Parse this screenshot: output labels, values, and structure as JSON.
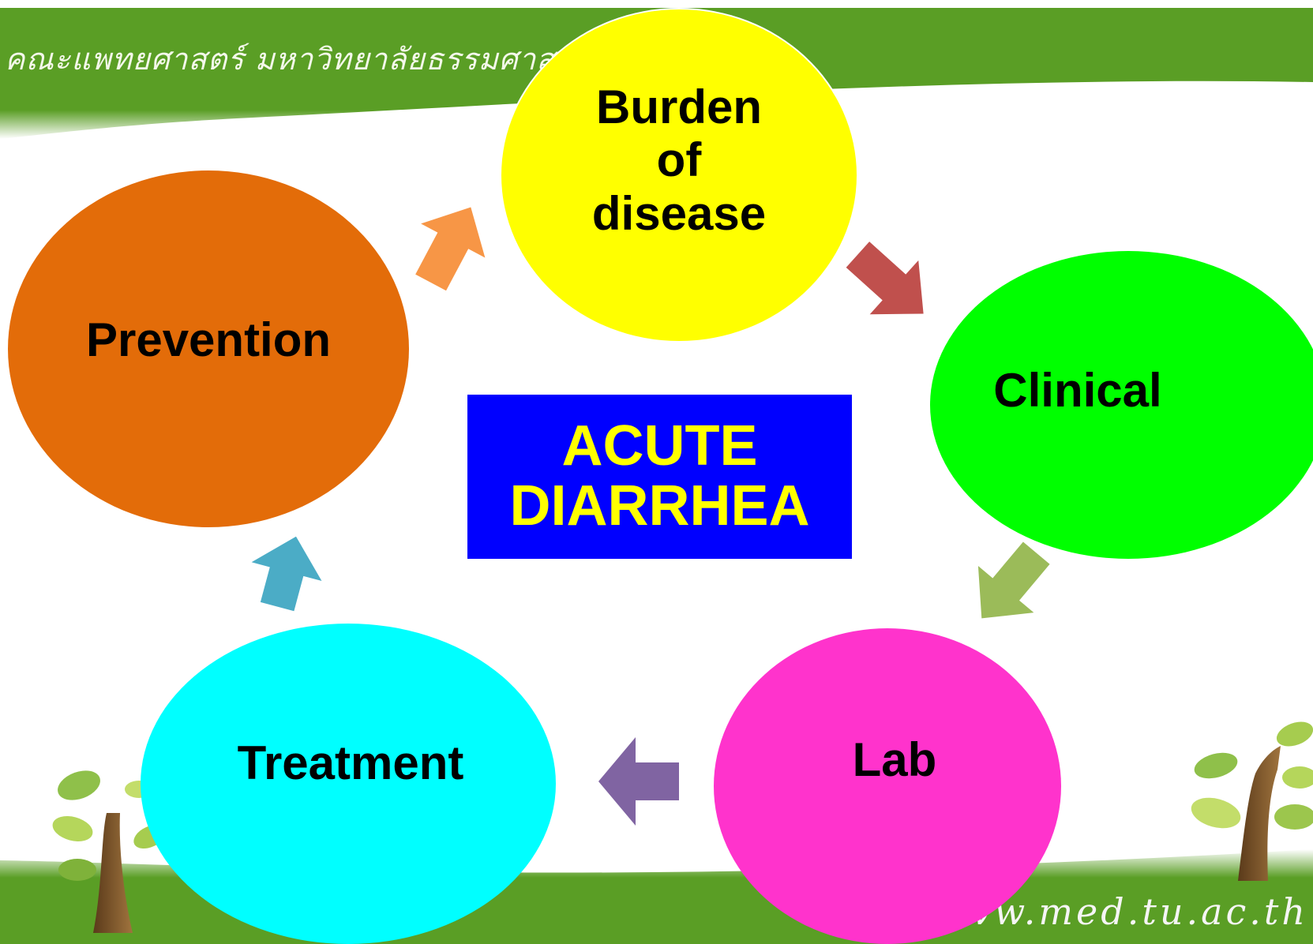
{
  "header": {
    "text": "คณะแพทยศาสตร์ มหาวิทยาลัยธรรมศาสตร์"
  },
  "footer": {
    "url": "www.med.tu.ac.th"
  },
  "center": {
    "line1": "ACUTE",
    "line2": "DIARRHEA"
  },
  "nodes": {
    "burden": {
      "line1": "Burden",
      "line2": "of",
      "line3": "disease",
      "color": "#ffff00"
    },
    "clinical": {
      "label": "Clinical",
      "color": "#00ff00"
    },
    "lab": {
      "label": "Lab",
      "color": "#ff33cc"
    },
    "treatment": {
      "label": "Treatment",
      "color": "#00ffff"
    },
    "prevention": {
      "label": "Prevention",
      "color": "#e36c09"
    }
  },
  "arrows": [
    {
      "from": "prevention",
      "to": "burden",
      "color": "#f79646"
    },
    {
      "from": "burden",
      "to": "clinical",
      "color": "#c0504d"
    },
    {
      "from": "clinical",
      "to": "lab",
      "color": "#9bbb59"
    },
    {
      "from": "lab",
      "to": "treatment",
      "color": "#8064a2"
    },
    {
      "from": "treatment",
      "to": "prevention",
      "color": "#4bacc6"
    }
  ],
  "colors": {
    "banner": "#5a9e25",
    "center_box": "#0000ff",
    "center_text": "#ffff00"
  }
}
